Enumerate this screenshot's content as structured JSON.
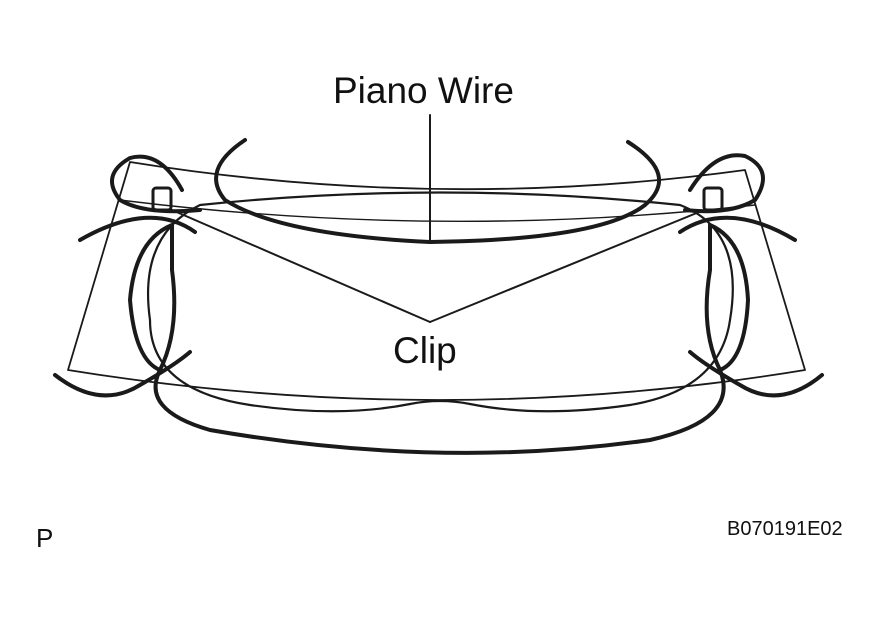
{
  "labels": {
    "piano_wire": "Piano Wire",
    "clip": "Clip",
    "corner_mark": "P",
    "figure_code": "B070191E02"
  },
  "colors": {
    "stroke": "#1a1a1a",
    "background": "#ffffff"
  }
}
